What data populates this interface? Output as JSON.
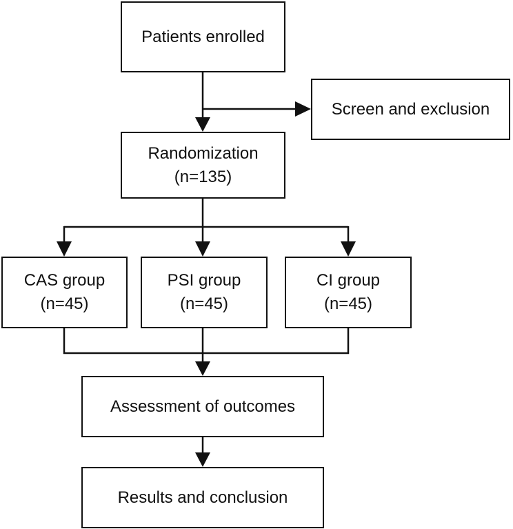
{
  "nodes": {
    "enrolled": {
      "label": "Patients enrolled"
    },
    "screen": {
      "label": "Screen and exclusion"
    },
    "randomization": {
      "label": "Randomization",
      "count": "(n=135)"
    },
    "cas": {
      "label": "CAS group",
      "count": "(n=45)"
    },
    "psi": {
      "label": "PSI group",
      "count": "(n=45)"
    },
    "ci": {
      "label": "CI group",
      "count": "(n=45)"
    },
    "assessment": {
      "label": "Assessment of outcomes"
    },
    "results": {
      "label": "Results and conclusion"
    }
  },
  "edges": [
    {
      "from": "enrolled",
      "to": "randomization"
    },
    {
      "from": "enrolled",
      "to": "screen"
    },
    {
      "from": "randomization",
      "to": "cas"
    },
    {
      "from": "randomization",
      "to": "psi"
    },
    {
      "from": "randomization",
      "to": "ci"
    },
    {
      "from": "cas",
      "to": "assessment"
    },
    {
      "from": "psi",
      "to": "assessment"
    },
    {
      "from": "ci",
      "to": "assessment"
    },
    {
      "from": "assessment",
      "to": "results"
    }
  ],
  "colors": {
    "line": "#111111",
    "background": "#ffffff"
  }
}
